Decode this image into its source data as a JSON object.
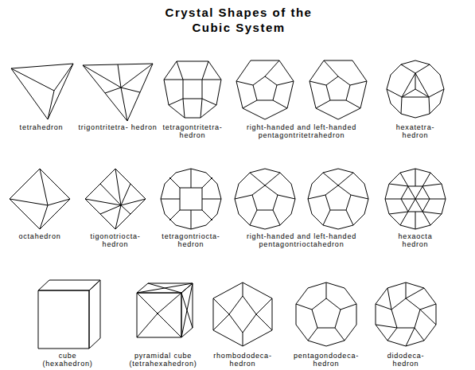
{
  "diagram": {
    "title": "Crystal Shapes of the Cubic System",
    "labels": [
      "tetrahedron",
      "trigontritetra- hedron",
      "tetragontritetra- hedron",
      "right-handed and left-handed pentagontritetrahedron",
      "hexatetra- hedron",
      "octahedron",
      "tigonotriocta- hedron",
      "tetragontriocta- hedron",
      "right-handed and left-handed pentagontrioctahedron",
      "hexaocta hedron",
      "cube (hexahedron)",
      "pyramidal cube (tetrahexahedron)",
      "rhombododeca- hedron",
      "pentagondodeca- hedron",
      "didodeca- hedron"
    ]
  }
}
